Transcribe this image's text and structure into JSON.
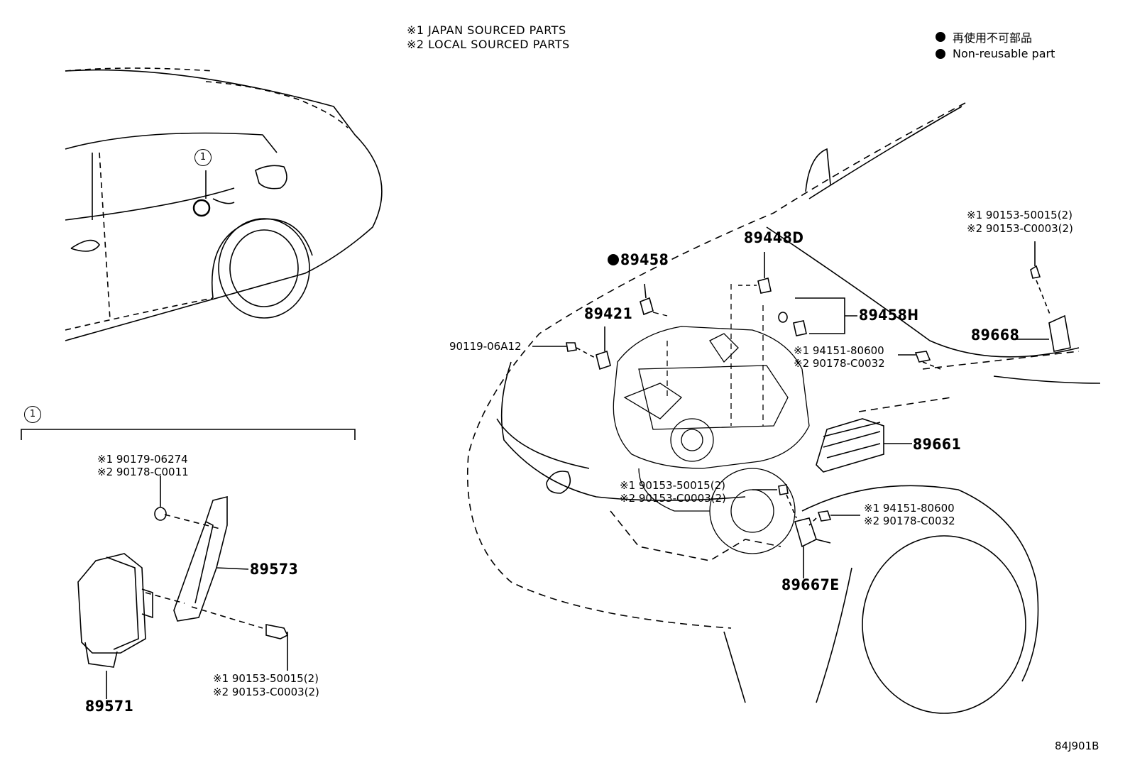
{
  "notes": {
    "japan": "※1 JAPAN SOURCED PARTS",
    "local": "※2 LOCAL SOURCED PARTS"
  },
  "legend": {
    "jp": "再使用不可部品",
    "en": "Non-reusable part"
  },
  "callout_marker": "1",
  "part_labels": {
    "p89458": "89458",
    "p89448D": "89448D",
    "p89421": "89421",
    "p89458H": "89458H",
    "p90119": "90119-06A12",
    "p89668": "89668",
    "p89661": "89661",
    "p89667E": "89667E",
    "p89573": "89573",
    "p89571": "89571"
  },
  "fastener_labels": {
    "top_right": [
      "※1 90153-50015(2)",
      "※2 90153-C0003(2)"
    ],
    "mid_right": [
      "※1 94151-80600",
      "※2 90178-C0032"
    ],
    "center": [
      "※1 90153-50015(2)",
      "※2 90153-C0003(2)"
    ],
    "lower_right": [
      "※1 94151-80600",
      "※2 90178-C0032"
    ],
    "inset_top": [
      "※1 90179-06274",
      "※2 90178-C0011"
    ],
    "inset_bottom": [
      "※1 90153-50015(2)",
      "※2 90153-C0003(2)"
    ]
  },
  "diagram_code": "84J901B"
}
